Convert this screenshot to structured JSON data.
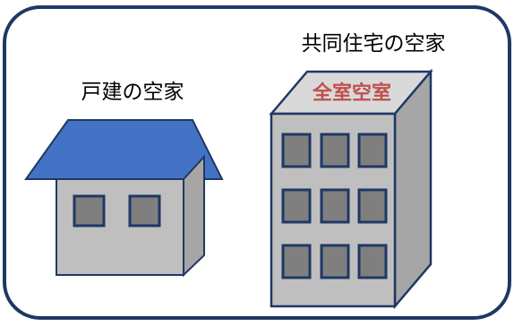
{
  "labels": {
    "detached_house": "戸建の空家",
    "apartment": "共同住宅の空家",
    "apartment_sign": "全室空室"
  },
  "colors": {
    "frame_border": "#1f3864",
    "roof_blue": "#4472c4",
    "outline_navy": "#1f3864",
    "wall_light": "#d9d9d9",
    "wall_mid": "#bfbfbf",
    "wall_dark": "#a6a6a6",
    "window_fill": "#7f7f7f",
    "sign_red": "#c0504d"
  },
  "apartment_windows": {
    "columns": 3,
    "rows": 3
  },
  "house_windows": {
    "count": 2
  }
}
